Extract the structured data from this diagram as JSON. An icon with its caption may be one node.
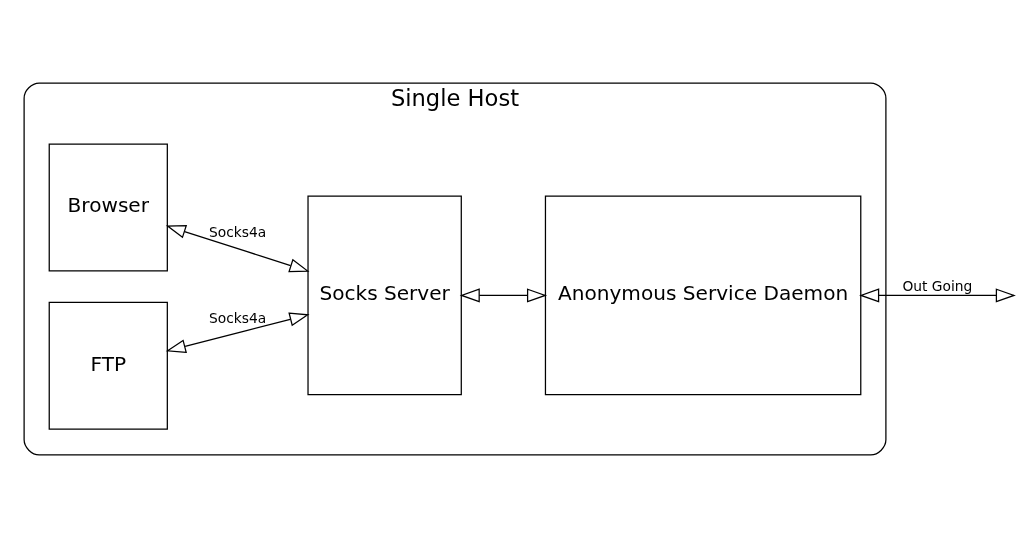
{
  "diagram": {
    "nodes": [
      {
        "text": [
          "Single Host"
        ]
      },
      {
        "text": [
          "Browser"
        ],
        "in": 0
      },
      {
        "text": [
          "FTP"
        ],
        "in": 0
      },
      {
        "text": [
          "Socks Server"
        ],
        "in": 0
      },
      {
        "text": [
          "Anonymous Service Daemon"
        ],
        "in": 0
      }
    ],
    "edges": [
      {
        "from": 1,
        "to": 3,
        "arrow": "both",
        "label": "Socks4a"
      },
      {
        "from": 2,
        "to": 3,
        "arrow": "both",
        "label": "Socks4a"
      },
      {
        "from": 3,
        "to": 4,
        "arrow": "both"
      },
      {
        "from": 4,
        "to": null,
        "arrow": "both",
        "label": "Out Going"
      }
    ]
  }
}
